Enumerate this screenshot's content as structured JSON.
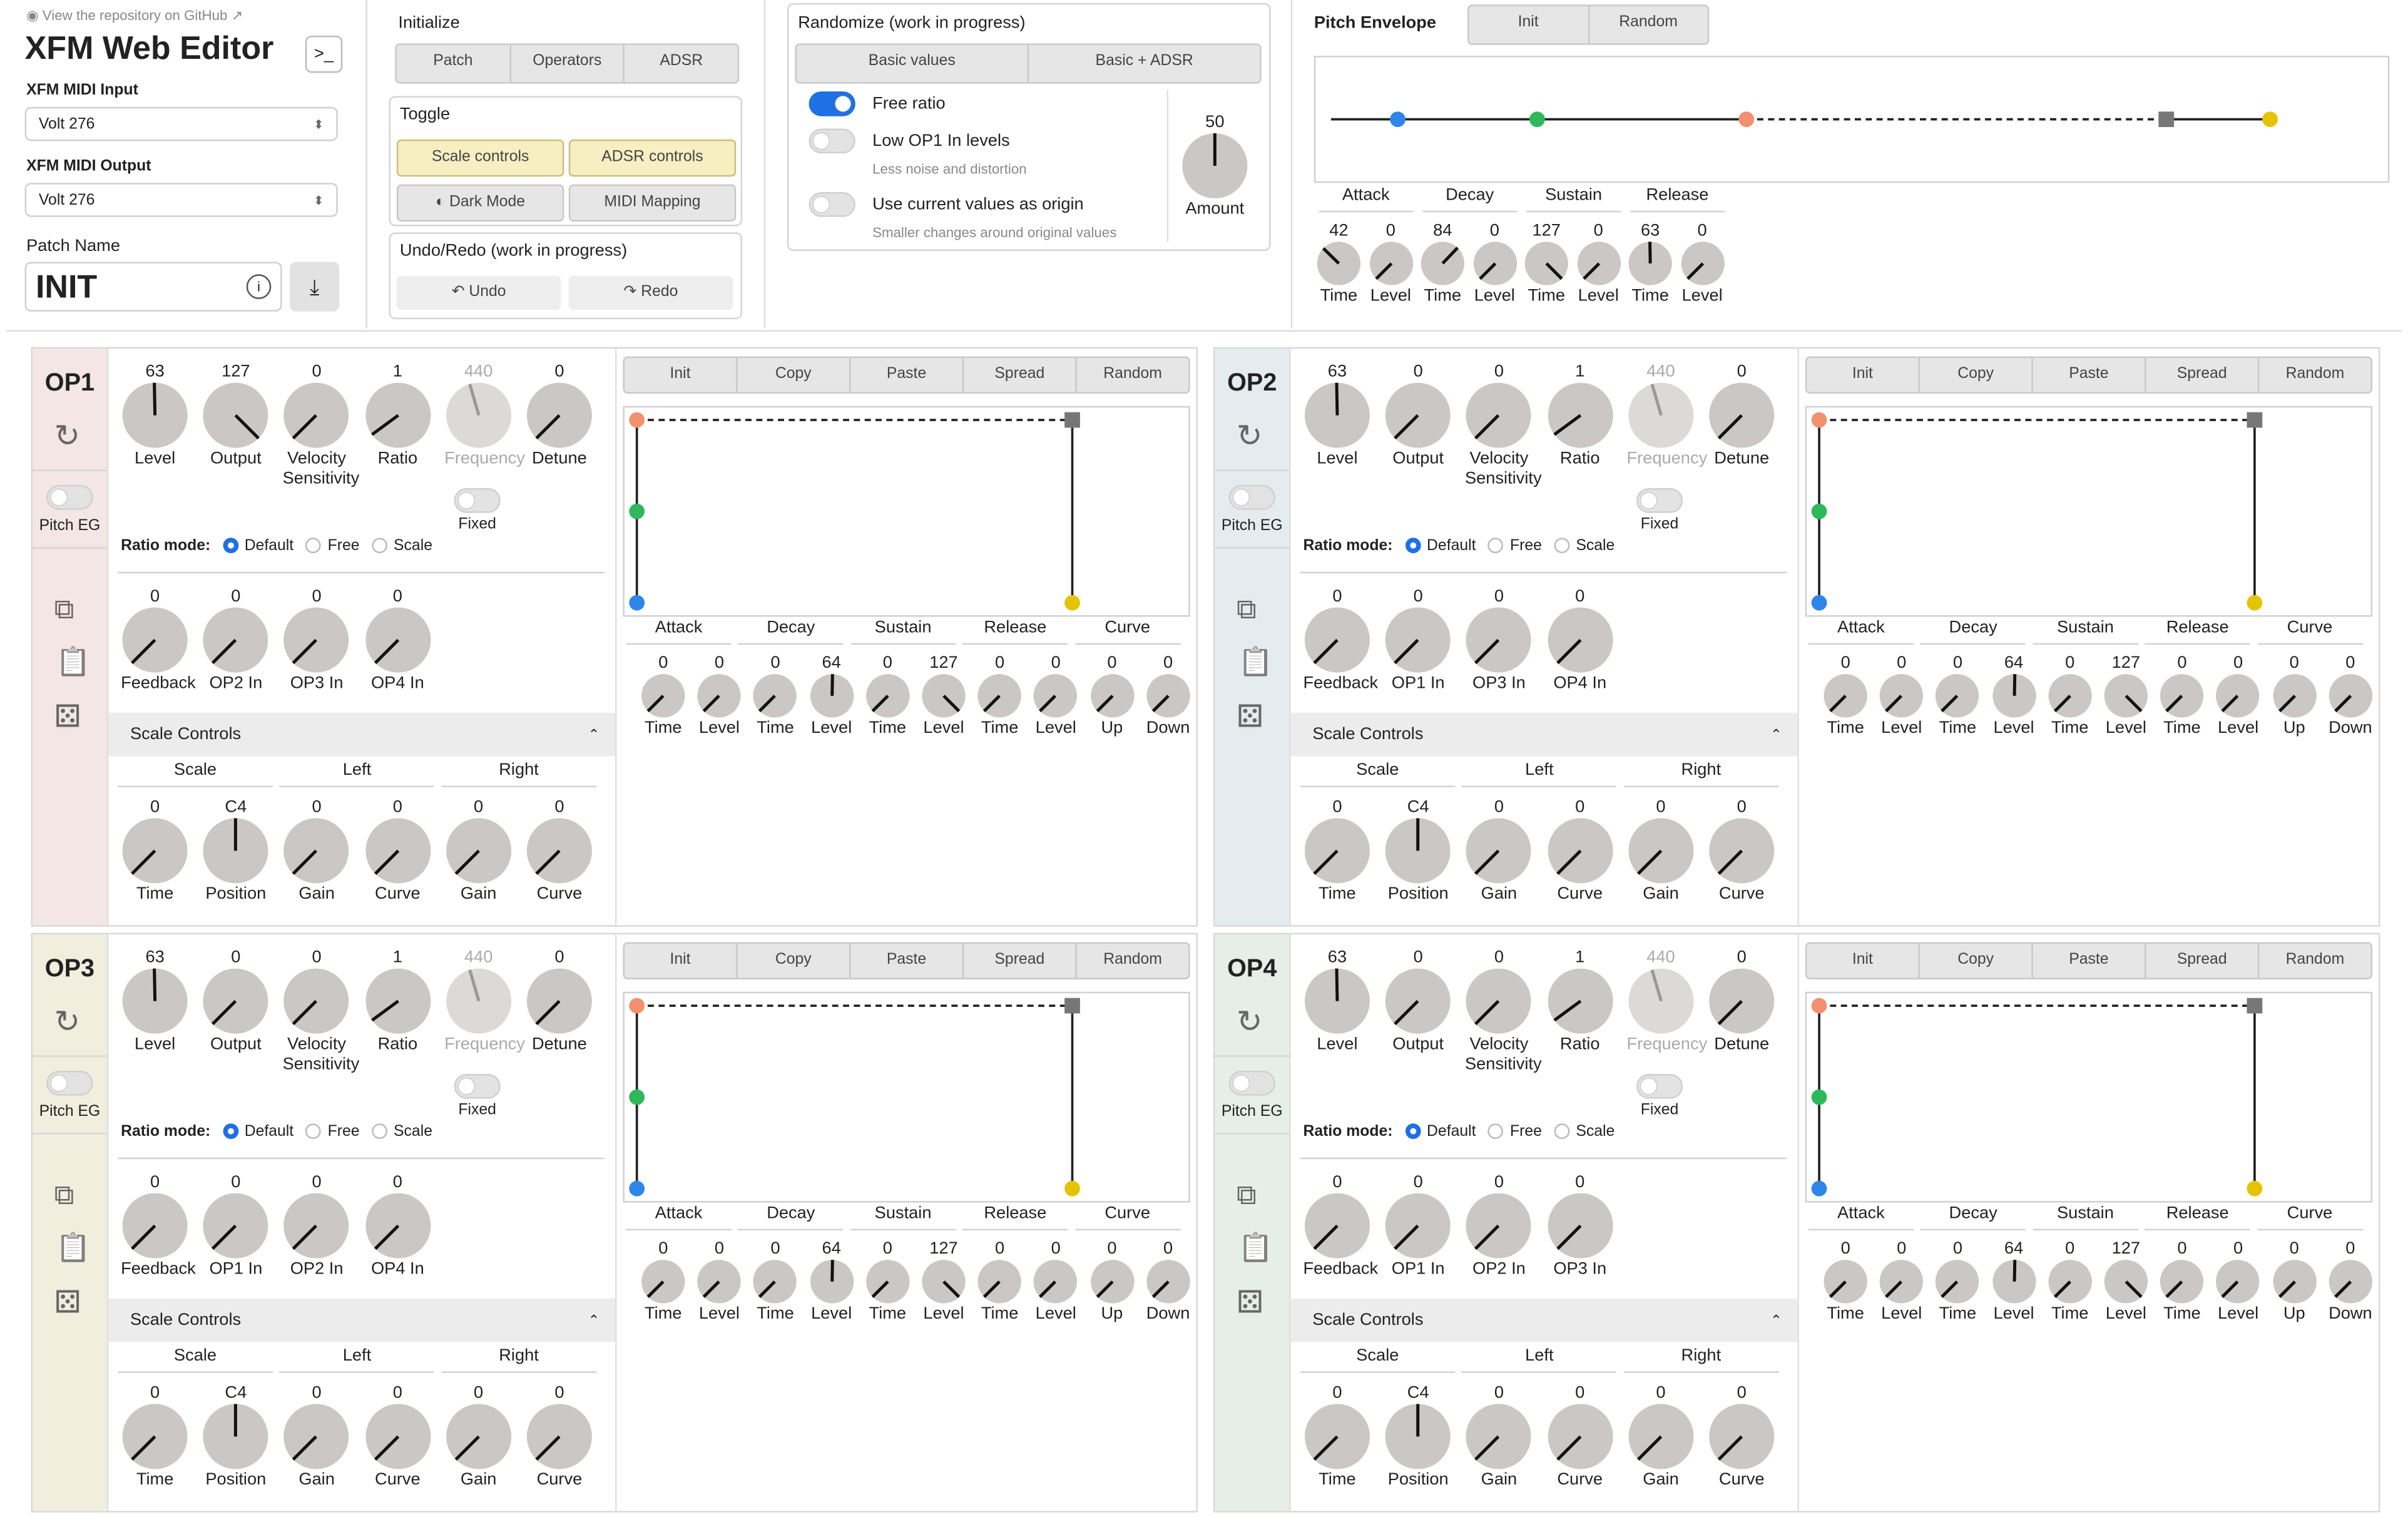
{
  "header": {
    "repo_link": "View the repository on GitHub",
    "title": "XFM Web Editor",
    "midi_input_label": "XFM MIDI Input",
    "midi_input_value": "Volt 276",
    "midi_output_label": "XFM MIDI Output",
    "midi_output_value": "Volt 276",
    "patch_name_label": "Patch Name",
    "patch_name_value": "INIT"
  },
  "initialize": {
    "label": "Initialize",
    "buttons": [
      "Patch",
      "Operators",
      "ADSR"
    ]
  },
  "toggle": {
    "label": "Toggle",
    "scale_controls": "Scale controls",
    "adsr_controls": "ADSR controls",
    "dark_mode": "Dark Mode",
    "midi_mapping": "MIDI Mapping"
  },
  "undo_redo": {
    "label": "Undo/Redo (work in progress)",
    "undo": "Undo",
    "redo": "Redo"
  },
  "randomize": {
    "label": "Randomize (work in progress)",
    "buttons": [
      "Basic values",
      "Basic + ADSR"
    ],
    "free_ratio": {
      "label": "Free ratio",
      "on": true
    },
    "low_op1": {
      "label": "Low OP1 In levels",
      "sub": "Less noise and distortion",
      "on": false
    },
    "use_current": {
      "label": "Use current values as origin",
      "sub": "Smaller changes around original values",
      "on": false
    },
    "amount": {
      "value": "50",
      "label": "Amount"
    }
  },
  "pitch_envelope": {
    "label": "Pitch Envelope",
    "buttons": [
      "Init",
      "Random"
    ],
    "headers": [
      "Attack",
      "Decay",
      "Sustain",
      "Release"
    ],
    "knobs": [
      {
        "value": "42",
        "label": "Time"
      },
      {
        "value": "0",
        "label": "Level"
      },
      {
        "value": "84",
        "label": "Time"
      },
      {
        "value": "0",
        "label": "Level"
      },
      {
        "value": "127",
        "label": "Time"
      },
      {
        "value": "0",
        "label": "Level"
      },
      {
        "value": "63",
        "label": "Time"
      },
      {
        "value": "0",
        "label": "Level"
      }
    ]
  },
  "operators": [
    {
      "name": "OP1",
      "color": "#f3e6e4",
      "pitch_eg": "Pitch EG",
      "top": [
        {
          "value": "63",
          "label": "Level"
        },
        {
          "value": "127",
          "label": "Output"
        },
        {
          "value": "0",
          "label": "Velocity Sensitivity"
        },
        {
          "value": "1",
          "label": "Ratio"
        },
        {
          "value": "440",
          "label": "Frequency"
        },
        {
          "value": "0",
          "label": "Detune"
        }
      ],
      "fixed": "Fixed",
      "ratio_mode": {
        "label": "Ratio mode:",
        "options": [
          "Default",
          "Free",
          "Scale"
        ]
      },
      "mods": [
        {
          "value": "0",
          "label": "Feedback"
        },
        {
          "value": "0",
          "label": "OP2 In"
        },
        {
          "value": "0",
          "label": "OP3 In"
        },
        {
          "value": "0",
          "label": "OP4 In"
        }
      ],
      "scale_controls": "Scale Controls",
      "scale_headers": [
        "Scale",
        "Left",
        "Right"
      ],
      "scale_knobs": [
        {
          "value": "0",
          "label": "Time"
        },
        {
          "value": "C4",
          "label": "Position"
        },
        {
          "value": "0",
          "label": "Gain"
        },
        {
          "value": "0",
          "label": "Curve"
        },
        {
          "value": "0",
          "label": "Gain"
        },
        {
          "value": "0",
          "label": "Curve"
        }
      ],
      "env_buttons": [
        "Init",
        "Copy",
        "Paste",
        "Spread",
        "Random"
      ],
      "env_headers": [
        "Attack",
        "Decay",
        "Sustain",
        "Release",
        "Curve"
      ],
      "env_knobs": [
        {
          "value": "0",
          "label": "Time"
        },
        {
          "value": "0",
          "label": "Level"
        },
        {
          "value": "0",
          "label": "Time"
        },
        {
          "value": "64",
          "label": "Level"
        },
        {
          "value": "0",
          "label": "Time"
        },
        {
          "value": "127",
          "label": "Level"
        },
        {
          "value": "0",
          "label": "Time"
        },
        {
          "value": "0",
          "label": "Level"
        },
        {
          "value": "0",
          "label": "Up"
        },
        {
          "value": "0",
          "label": "Down"
        }
      ]
    },
    {
      "name": "OP2",
      "color": "#e5ecef",
      "pitch_eg": "Pitch EG",
      "top": [
        {
          "value": "63",
          "label": "Level"
        },
        {
          "value": "0",
          "label": "Output"
        },
        {
          "value": "0",
          "label": "Velocity Sensitivity"
        },
        {
          "value": "1",
          "label": "Ratio"
        },
        {
          "value": "440",
          "label": "Frequency"
        },
        {
          "value": "0",
          "label": "Detune"
        }
      ],
      "fixed": "Fixed",
      "ratio_mode": {
        "label": "Ratio mode:",
        "options": [
          "Default",
          "Free",
          "Scale"
        ]
      },
      "mods": [
        {
          "value": "0",
          "label": "Feedback"
        },
        {
          "value": "0",
          "label": "OP1 In"
        },
        {
          "value": "0",
          "label": "OP3 In"
        },
        {
          "value": "0",
          "label": "OP4 In"
        }
      ],
      "scale_controls": "Scale Controls",
      "scale_headers": [
        "Scale",
        "Left",
        "Right"
      ],
      "scale_knobs": [
        {
          "value": "0",
          "label": "Time"
        },
        {
          "value": "C4",
          "label": "Position"
        },
        {
          "value": "0",
          "label": "Gain"
        },
        {
          "value": "0",
          "label": "Curve"
        },
        {
          "value": "0",
          "label": "Gain"
        },
        {
          "value": "0",
          "label": "Curve"
        }
      ],
      "env_buttons": [
        "Init",
        "Copy",
        "Paste",
        "Spread",
        "Random"
      ],
      "env_headers": [
        "Attack",
        "Decay",
        "Sustain",
        "Release",
        "Curve"
      ],
      "env_knobs": [
        {
          "value": "0",
          "label": "Time"
        },
        {
          "value": "0",
          "label": "Level"
        },
        {
          "value": "0",
          "label": "Time"
        },
        {
          "value": "64",
          "label": "Level"
        },
        {
          "value": "0",
          "label": "Time"
        },
        {
          "value": "127",
          "label": "Level"
        },
        {
          "value": "0",
          "label": "Time"
        },
        {
          "value": "0",
          "label": "Level"
        },
        {
          "value": "0",
          "label": "Up"
        },
        {
          "value": "0",
          "label": "Down"
        }
      ]
    },
    {
      "name": "OP3",
      "color": "#f1eede",
      "pitch_eg": "Pitch EG",
      "top": [
        {
          "value": "63",
          "label": "Level"
        },
        {
          "value": "0",
          "label": "Output"
        },
        {
          "value": "0",
          "label": "Velocity Sensitivity"
        },
        {
          "value": "1",
          "label": "Ratio"
        },
        {
          "value": "440",
          "label": "Frequency"
        },
        {
          "value": "0",
          "label": "Detune"
        }
      ],
      "fixed": "Fixed",
      "ratio_mode": {
        "label": "Ratio mode:",
        "options": [
          "Default",
          "Free",
          "Scale"
        ]
      },
      "mods": [
        {
          "value": "0",
          "label": "Feedback"
        },
        {
          "value": "0",
          "label": "OP1 In"
        },
        {
          "value": "0",
          "label": "OP2 In"
        },
        {
          "value": "0",
          "label": "OP4 In"
        }
      ],
      "scale_controls": "Scale Controls",
      "scale_headers": [
        "Scale",
        "Left",
        "Right"
      ],
      "scale_knobs": [
        {
          "value": "0",
          "label": "Time"
        },
        {
          "value": "C4",
          "label": "Position"
        },
        {
          "value": "0",
          "label": "Gain"
        },
        {
          "value": "0",
          "label": "Curve"
        },
        {
          "value": "0",
          "label": "Gain"
        },
        {
          "value": "0",
          "label": "Curve"
        }
      ],
      "env_buttons": [
        "Init",
        "Copy",
        "Paste",
        "Spread",
        "Random"
      ],
      "env_headers": [
        "Attack",
        "Decay",
        "Sustain",
        "Release",
        "Curve"
      ],
      "env_knobs": [
        {
          "value": "0",
          "label": "Time"
        },
        {
          "value": "0",
          "label": "Level"
        },
        {
          "value": "0",
          "label": "Time"
        },
        {
          "value": "64",
          "label": "Level"
        },
        {
          "value": "0",
          "label": "Time"
        },
        {
          "value": "127",
          "label": "Level"
        },
        {
          "value": "0",
          "label": "Time"
        },
        {
          "value": "0",
          "label": "Level"
        },
        {
          "value": "0",
          "label": "Up"
        },
        {
          "value": "0",
          "label": "Down"
        }
      ]
    },
    {
      "name": "OP4",
      "color": "#e5efe7",
      "pitch_eg": "Pitch EG",
      "top": [
        {
          "value": "63",
          "label": "Level"
        },
        {
          "value": "0",
          "label": "Output"
        },
        {
          "value": "0",
          "label": "Velocity Sensitivity"
        },
        {
          "value": "1",
          "label": "Ratio"
        },
        {
          "value": "440",
          "label": "Frequency"
        },
        {
          "value": "0",
          "label": "Detune"
        }
      ],
      "fixed": "Fixed",
      "ratio_mode": {
        "label": "Ratio mode:",
        "options": [
          "Default",
          "Free",
          "Scale"
        ]
      },
      "mods": [
        {
          "value": "0",
          "label": "Feedback"
        },
        {
          "value": "0",
          "label": "OP1 In"
        },
        {
          "value": "0",
          "label": "OP2 In"
        },
        {
          "value": "0",
          "label": "OP3 In"
        }
      ],
      "scale_controls": "Scale Controls",
      "scale_headers": [
        "Scale",
        "Left",
        "Right"
      ],
      "scale_knobs": [
        {
          "value": "0",
          "label": "Time"
        },
        {
          "value": "C4",
          "label": "Position"
        },
        {
          "value": "0",
          "label": "Gain"
        },
        {
          "value": "0",
          "label": "Curve"
        },
        {
          "value": "0",
          "label": "Gain"
        },
        {
          "value": "0",
          "label": "Curve"
        }
      ],
      "env_buttons": [
        "Init",
        "Copy",
        "Paste",
        "Spread",
        "Random"
      ],
      "env_headers": [
        "Attack",
        "Decay",
        "Sustain",
        "Release",
        "Curve"
      ],
      "env_knobs": [
        {
          "value": "0",
          "label": "Time"
        },
        {
          "value": "0",
          "label": "Level"
        },
        {
          "value": "0",
          "label": "Time"
        },
        {
          "value": "64",
          "label": "Level"
        },
        {
          "value": "0",
          "label": "Time"
        },
        {
          "value": "127",
          "label": "Level"
        },
        {
          "value": "0",
          "label": "Time"
        },
        {
          "value": "0",
          "label": "Level"
        },
        {
          "value": "0",
          "label": "Up"
        },
        {
          "value": "0",
          "label": "Down"
        }
      ]
    }
  ],
  "colors": {
    "accent": "#1f6fe5",
    "dot_orange": "#f2906f",
    "dot_green": "#2eb85c",
    "dot_blue": "#2d86e8",
    "dot_yellow": "#e6c300",
    "toggle_yellow": "#f7efc2"
  }
}
